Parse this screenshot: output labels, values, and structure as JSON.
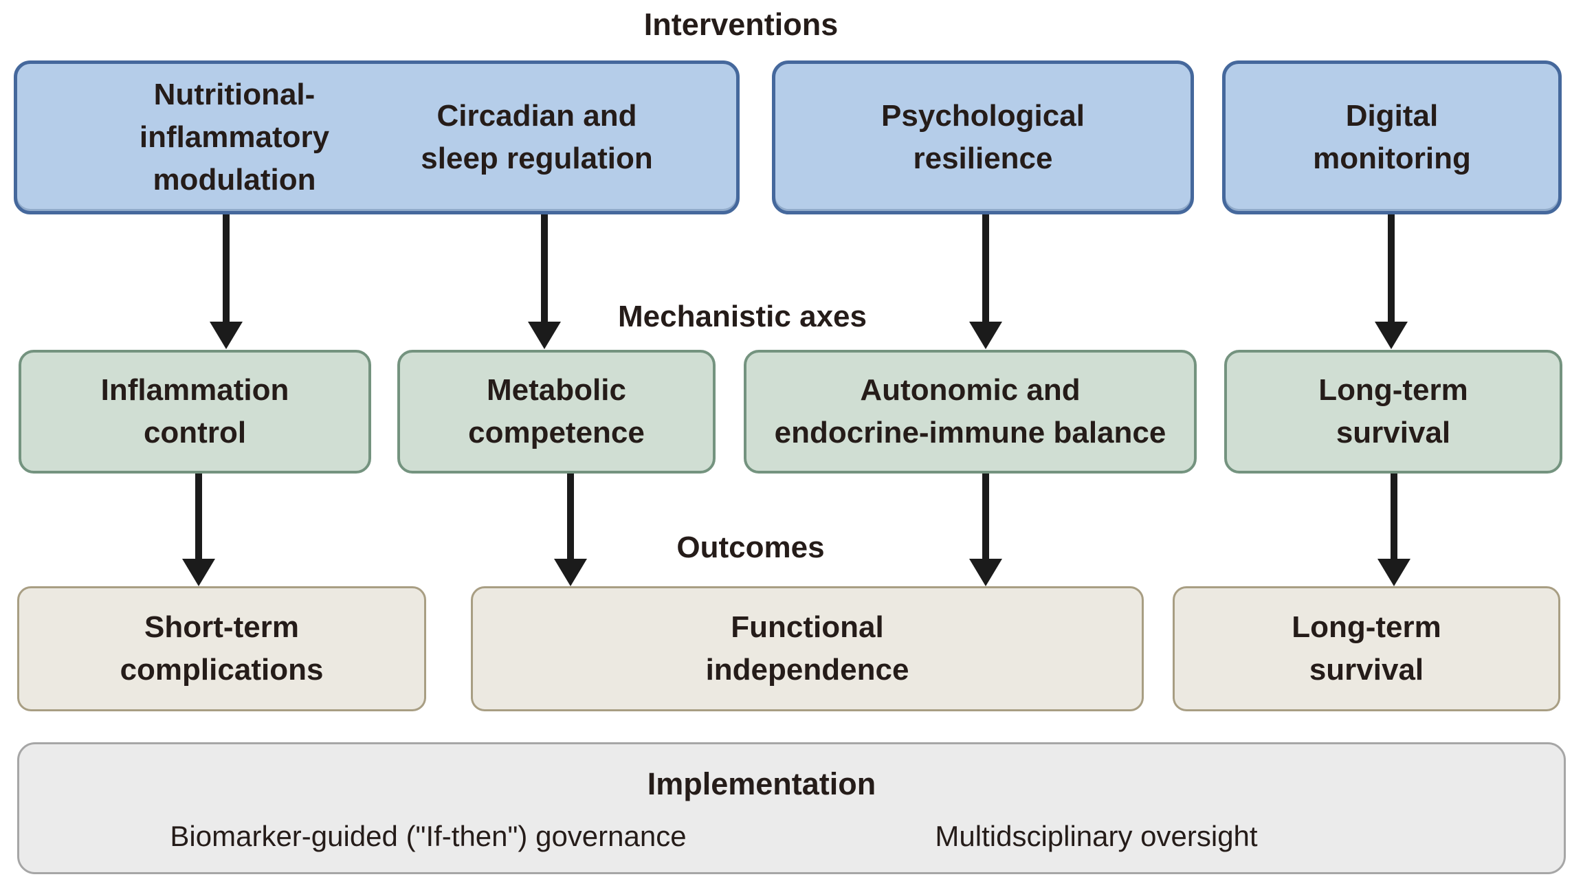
{
  "labels": {
    "interventions": "Interventions",
    "mechanistic_axes": "Mechanistic axes",
    "outcomes": "Outcomes"
  },
  "interventions_row": {
    "combined_box_labels": [
      "Nutritional-\ninflammatory\nmodulation",
      "Circadian and\nsleep regulation"
    ],
    "psychological_label": "Psychological\nresilience",
    "digital_label": "Digital\nmonitoring"
  },
  "mechanistic_row": [
    "Inflammation\ncontrol",
    "Metabolic\ncompetence",
    "Autonomic and\nendocrine-immune balance",
    "Long-term\nsurvival"
  ],
  "outcomes_row": [
    "Short-term\ncomplications",
    "Functional\nindependence",
    "Long-term\nsurvival"
  ],
  "implementation": {
    "title": "Implementation",
    "items": [
      "Biomarker-guided (\"If-then\") governance",
      "Multidsciplinary oversight"
    ]
  },
  "colors": {
    "intervention_fill": "#b5cde9",
    "intervention_border": "#45689c",
    "mechanistic_fill": "#d0ded3",
    "mechanistic_border": "#74937f",
    "outcome_fill": "#ece9e1",
    "outcome_border": "#a89e83",
    "implementation_fill": "#ebebeb",
    "implementation_border": "#a6a6a6",
    "arrow": "#1b1b1b",
    "text": "#251c19",
    "background": "#ffffff"
  }
}
